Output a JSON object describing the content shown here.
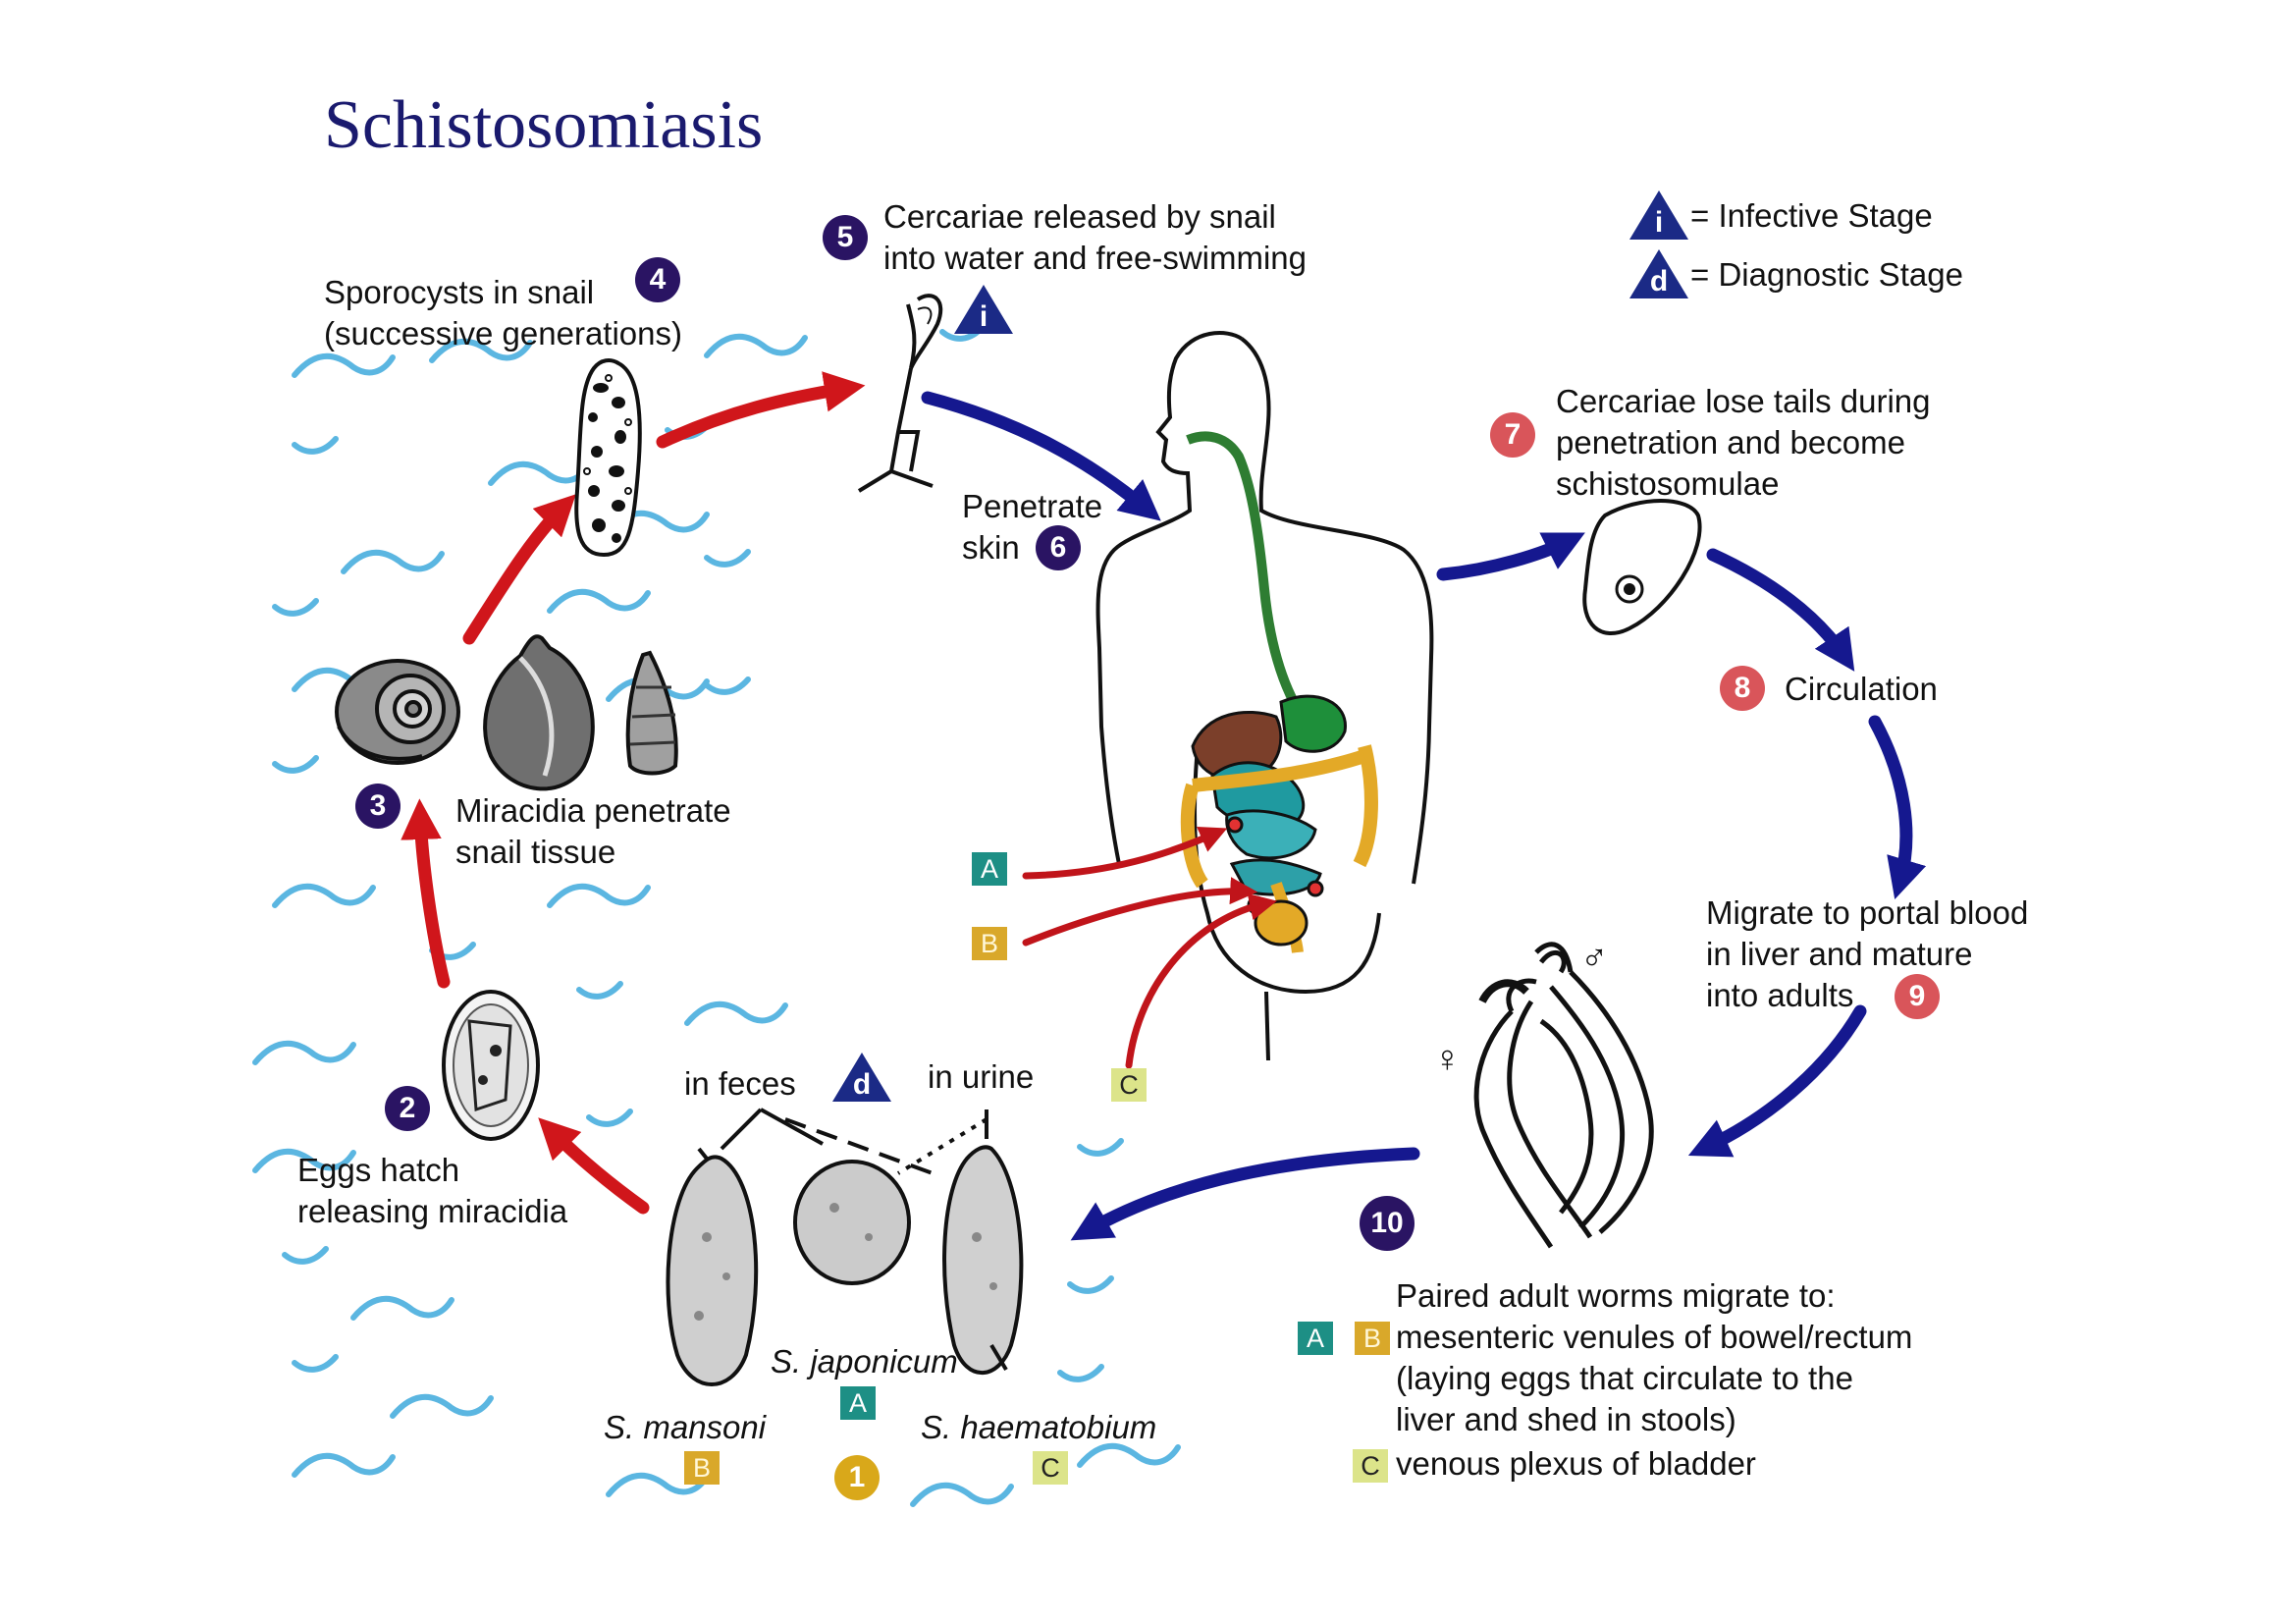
{
  "title": "Schistosomiasis",
  "legend": {
    "infective": {
      "symbol": "i",
      "label": "= Infective Stage"
    },
    "diagnostic": {
      "symbol": "d",
      "label": "= Diagnostic Stage"
    }
  },
  "steps": {
    "s1": {
      "num": "1"
    },
    "s2": {
      "num": "2",
      "line1": "Eggs hatch",
      "line2": "releasing miracidia"
    },
    "s3": {
      "num": "3",
      "line1": "Miracidia penetrate",
      "line2": "snail tissue"
    },
    "s4": {
      "num": "4",
      "line1": "Sporocysts in snail",
      "line2": "(successive generations)"
    },
    "s5": {
      "num": "5",
      "line1": "Cercariae released by snail",
      "line2": "into water and free-swimming"
    },
    "s6": {
      "num": "6",
      "line1": "Penetrate",
      "line2": "skin"
    },
    "s7": {
      "num": "7",
      "line1": "Cercariae lose tails during",
      "line2": "penetration and become",
      "line3": "schistosomulae"
    },
    "s8": {
      "num": "8",
      "line1": "Circulation"
    },
    "s9": {
      "num": "9",
      "line1": "Migrate to portal blood",
      "line2": "in liver and mature",
      "line3": "into adults"
    },
    "s10": {
      "num": "10"
    }
  },
  "eggs": {
    "in_feces": "in feces",
    "in_urine": "in urine",
    "mansoni": "S. mansoni",
    "japonicum": "S. japonicum",
    "haematobium": "S. haematobium"
  },
  "worms": {
    "male": "♂",
    "female": "♀"
  },
  "boxes": {
    "A": "A",
    "B": "B",
    "C": "C"
  },
  "paired": {
    "line1": "Paired adult worms migrate to:",
    "line2": "mesenteric venules of bowel/rectum",
    "line3": "(laying eggs that circulate to the",
    "line4": "liver and shed in stools)",
    "line5": "venous plexus of bladder"
  },
  "colors": {
    "title": "#1a1a6e",
    "red_arrow": "#d0161b",
    "blue_arrow": "#15188f",
    "water": "#3ea9dc",
    "navy_marker": "#2a1463",
    "red_marker": "#d9555a",
    "gold_marker": "#d9a81a"
  }
}
